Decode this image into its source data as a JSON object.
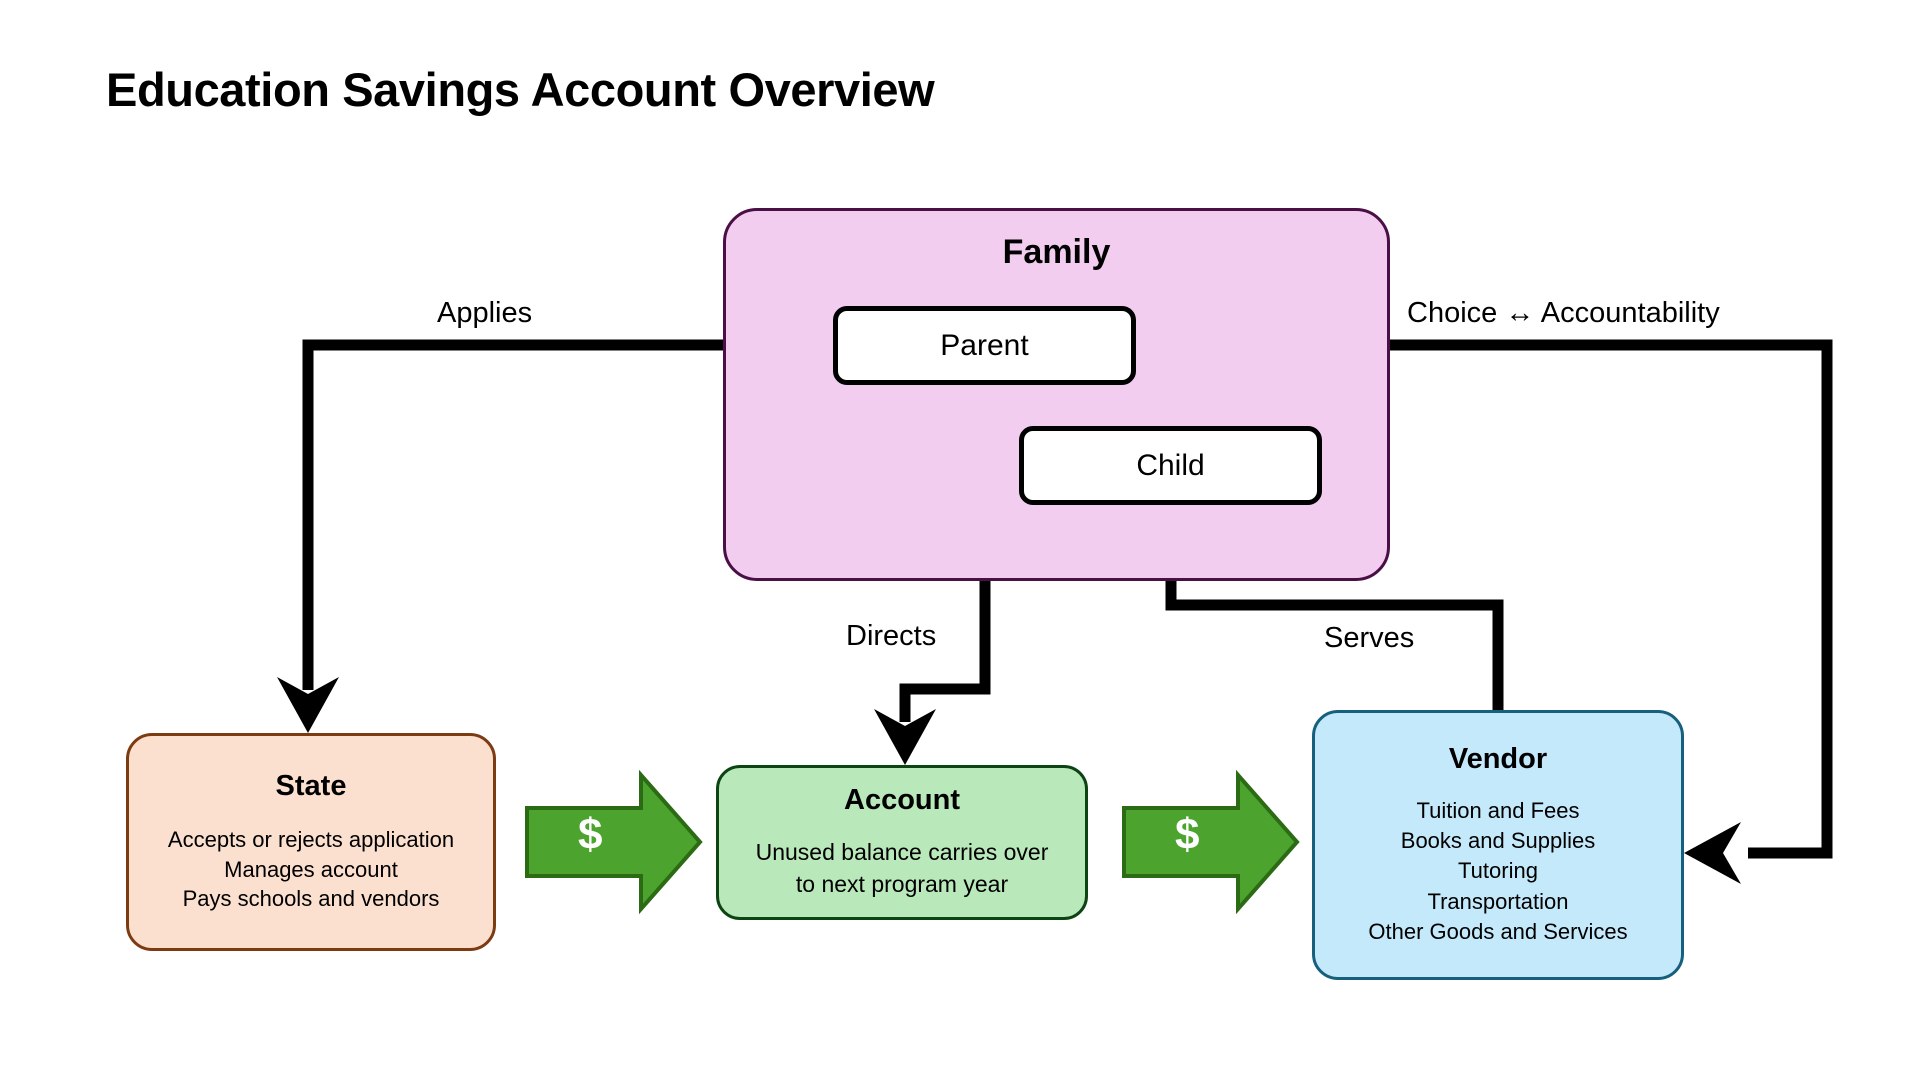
{
  "title": "Education Savings Account Overview",
  "colors": {
    "family_fill": "#f2cdef",
    "family_border": "#4a0f45",
    "state_fill": "#fbe0d0",
    "state_border": "#7d3b12",
    "account_fill": "#b9e8ba",
    "account_border": "#0d4413",
    "vendor_fill": "#c4e9fb",
    "vendor_border": "#16607d",
    "money_arrow_fill": "#4ca32e",
    "money_arrow_border": "#2b6b14",
    "connector": "#000000",
    "box_fill": "#ffffff"
  },
  "nodes": {
    "family": {
      "title": "Family"
    },
    "parent": {
      "label": "Parent"
    },
    "child": {
      "label": "Child"
    },
    "state": {
      "title": "State",
      "lines": [
        "Accepts or rejects application",
        "Manages account",
        "Pays schools and vendors"
      ]
    },
    "account": {
      "title": "Account",
      "lines": [
        "Unused balance carries over",
        "to next program year"
      ]
    },
    "vendor": {
      "title": "Vendor",
      "lines": [
        "Tuition and Fees",
        "Books and Supplies",
        "Tutoring",
        "Transportation",
        "Other Goods and Services"
      ]
    }
  },
  "edges": {
    "applies": {
      "label": "Applies",
      "from": "parent",
      "to": "state"
    },
    "choice": {
      "label": "Choice ↔ Accountability",
      "from": "vendor",
      "to": "parent"
    },
    "directs": {
      "label": "Directs",
      "from": "parent",
      "to": "account"
    },
    "serves": {
      "label": "Serves",
      "from": "vendor",
      "to": "child"
    },
    "money_state_account": {
      "label": "$",
      "from": "state",
      "to": "account"
    },
    "money_account_vendor": {
      "label": "$",
      "from": "account",
      "to": "vendor"
    }
  }
}
